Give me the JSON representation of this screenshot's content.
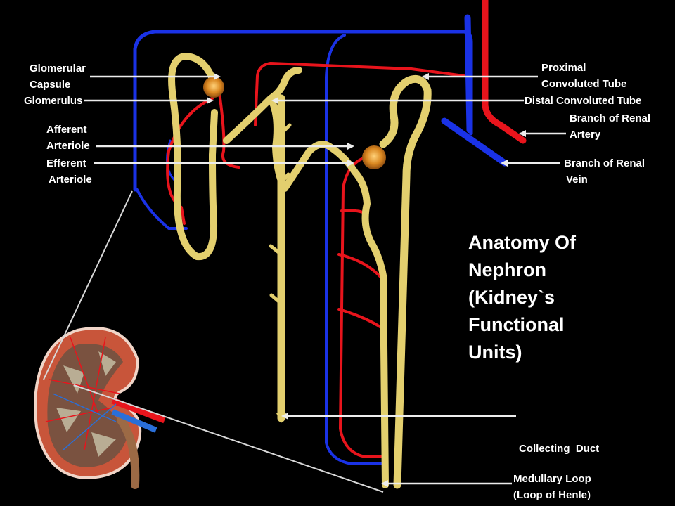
{
  "diagram": {
    "title_lines": [
      "Anatomy Of",
      "Nephron",
      "(Kidney`s",
      "Functional",
      "Units)"
    ],
    "labels": {
      "glomerular_capsule": [
        "Glomerular",
        "Capsule"
      ],
      "glomerulus": [
        "Glomerulus"
      ],
      "afferent_arteriole": [
        "Afferent",
        "Arteriole"
      ],
      "efferent_arteriole": [
        "Efferent",
        "Arteriole"
      ],
      "proximal_convoluted_tube": [
        "Proximal",
        "Convoluted Tube"
      ],
      "distal_convoluted_tube": [
        "Distal Convoluted Tube"
      ],
      "branch_of_renal_artery": [
        "Branch of Renal",
        "Artery"
      ],
      "branch_of_renal_vein": [
        "Branch of Renal",
        "Vein"
      ],
      "collecting_duct": [
        "Collecting  Duct"
      ],
      "medullary_loop": [
        "Medullary Loop",
        "(Loop of Henle)"
      ]
    },
    "colors": {
      "background": "#000000",
      "tubule": "#e3cf6e",
      "artery": "#e8141c",
      "vein": "#1a32e6",
      "pointer": "#ececec",
      "glomerulus": "#e39a2a",
      "text": "#ffffff"
    }
  }
}
